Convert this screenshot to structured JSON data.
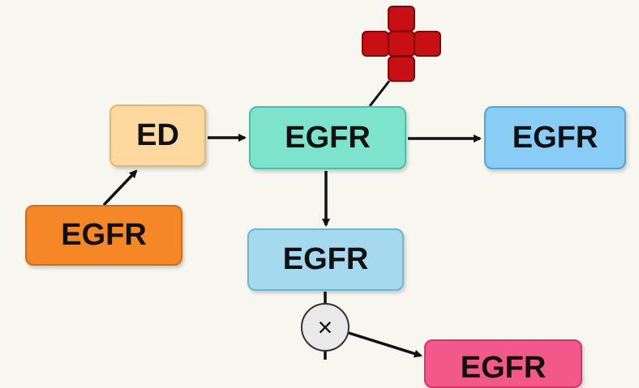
{
  "nodes": {
    "ed": "ED",
    "orange": "EGFR",
    "teal": "EGFR",
    "blue_right": "EGFR",
    "light_blue": "EGFR",
    "pink": "EGFR"
  },
  "icons": {
    "inhibition": "×",
    "ligand": "red-cross-shaped-ligand"
  },
  "colors": {
    "ed": "#fdd9a0",
    "orange": "#f58727",
    "teal": "#7de3cc",
    "blue_right": "#89ccf5",
    "light_blue": "#a4d9ee",
    "pink": "#f2588a",
    "ligand": "#c80f14",
    "arrow": "#111111"
  }
}
